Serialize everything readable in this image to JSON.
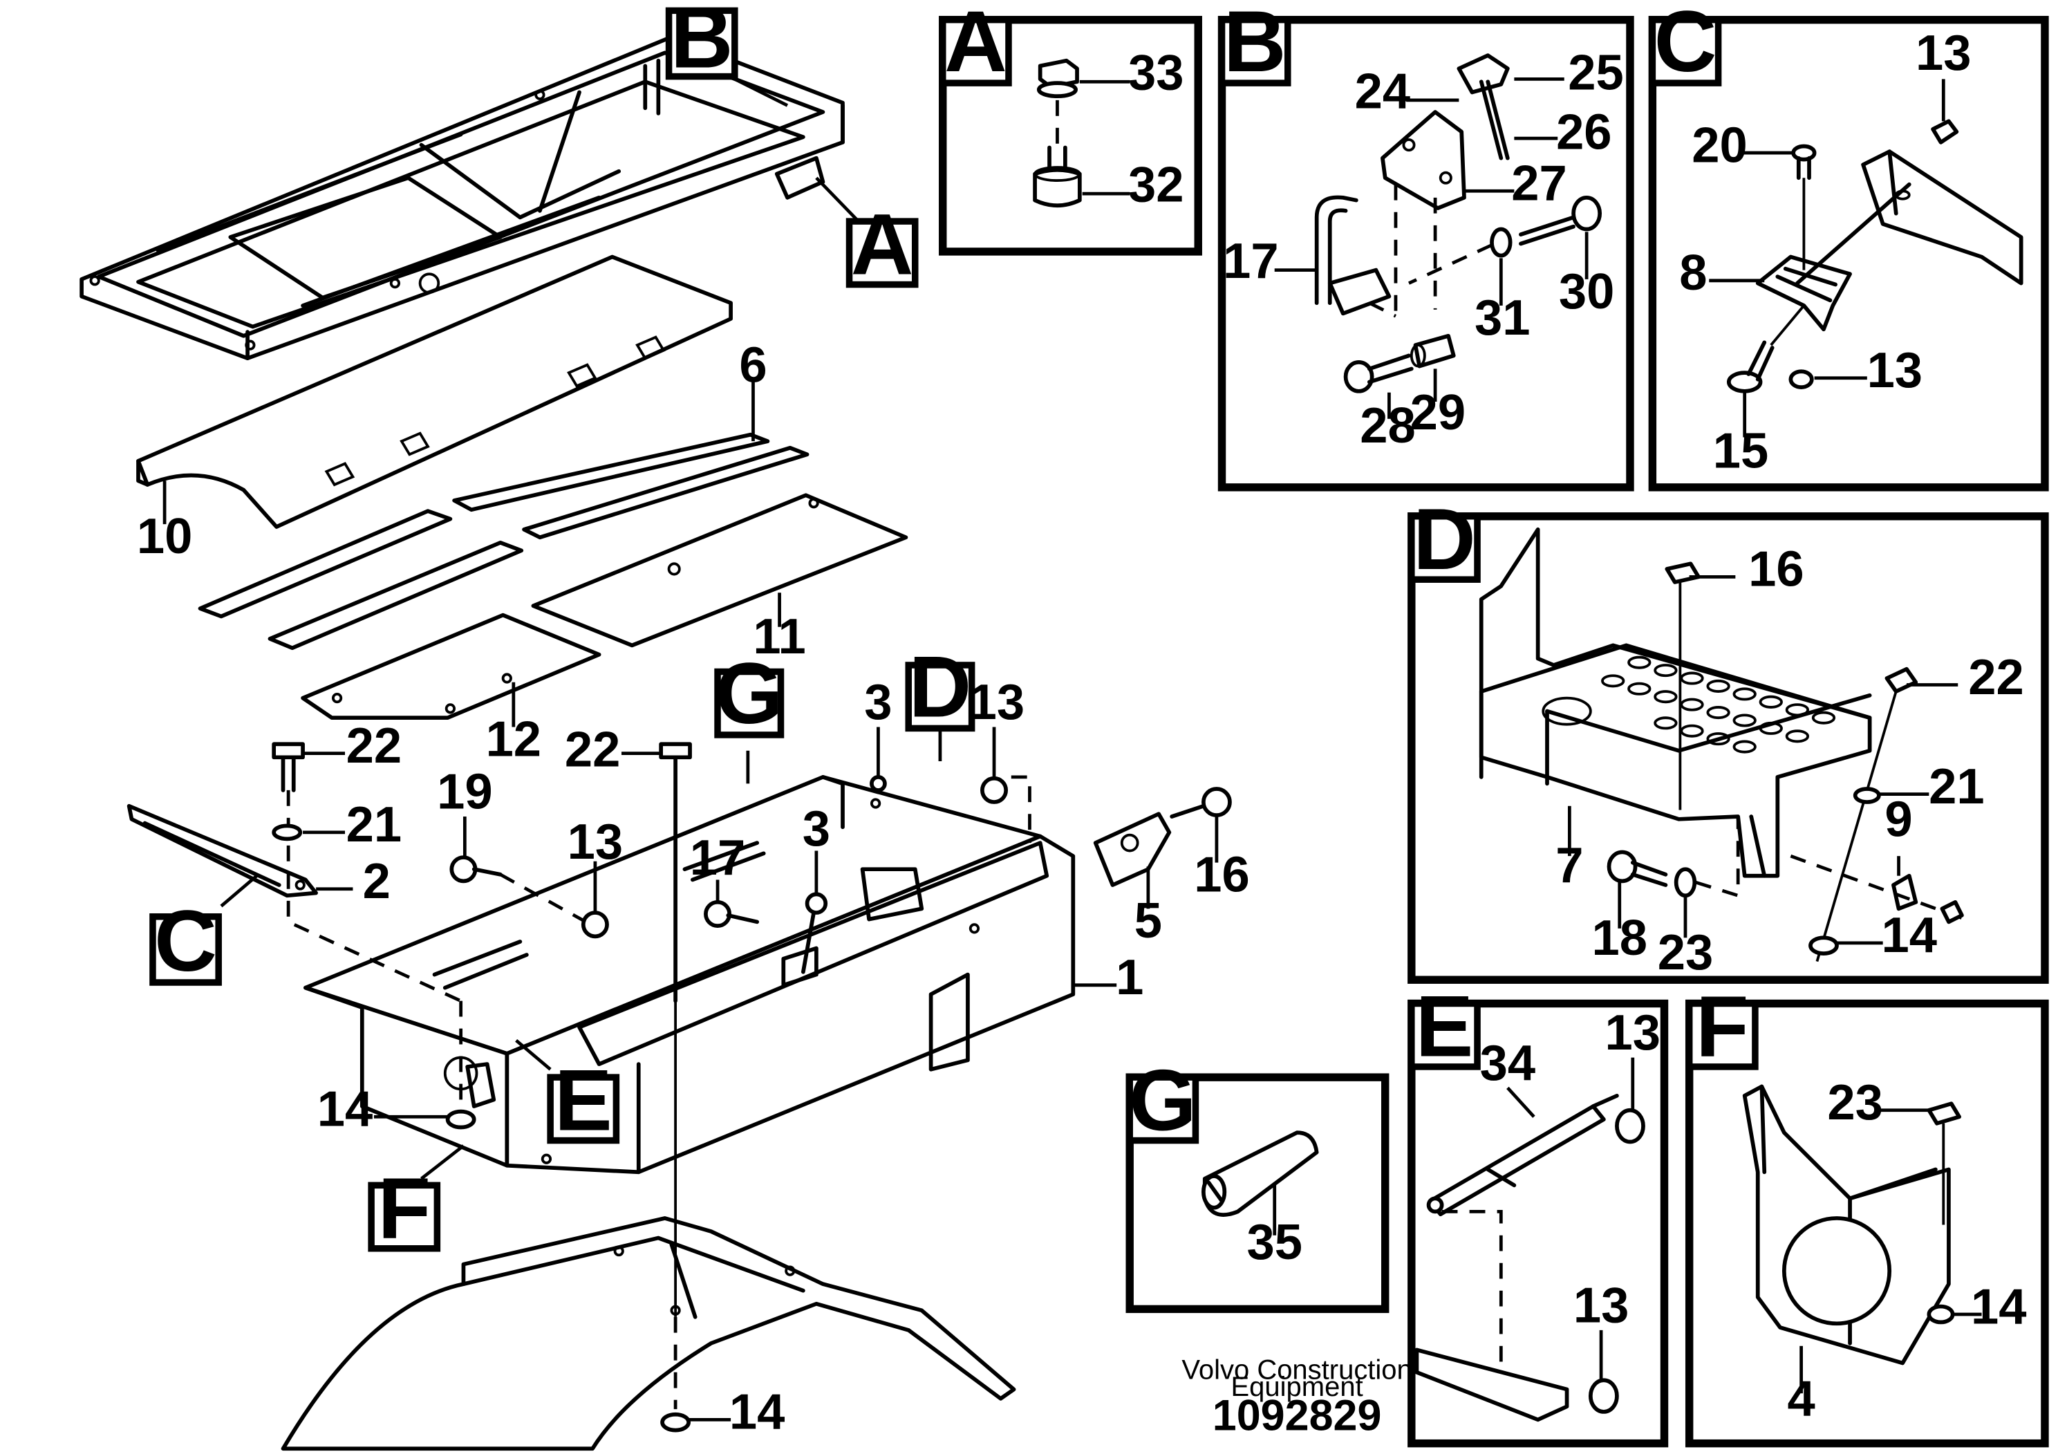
{
  "detail_views": {
    "A": {
      "letter": "A",
      "parts": [
        "33",
        "32"
      ]
    },
    "B": {
      "letter": "B",
      "parts": [
        "24",
        "25",
        "26",
        "27",
        "17",
        "30",
        "31",
        "28",
        "29"
      ]
    },
    "C": {
      "letter": "C",
      "parts": [
        "13",
        "20",
        "8",
        "13",
        "15"
      ]
    },
    "D": {
      "letter": "D",
      "parts": [
        "16",
        "22",
        "21",
        "9",
        "7",
        "18",
        "23",
        "14"
      ]
    },
    "E": {
      "letter": "E",
      "parts": [
        "34",
        "13",
        "13"
      ]
    },
    "F": {
      "letter": "F",
      "parts": [
        "23",
        "14",
        "4"
      ]
    },
    "G": {
      "letter": "G",
      "parts": [
        "35"
      ]
    }
  },
  "main_view": {
    "callout_letters": [
      "B",
      "A",
      "C",
      "G",
      "D",
      "E",
      "F"
    ],
    "parts": [
      "6",
      "10",
      "11",
      "12",
      "22",
      "21",
      "2",
      "22",
      "19",
      "13",
      "17",
      "3",
      "3",
      "13",
      "16",
      "5",
      "1",
      "14",
      "14"
    ]
  },
  "footer": {
    "line1": "Volvo Construction",
    "line2": "Equipment",
    "code": "1092829"
  }
}
